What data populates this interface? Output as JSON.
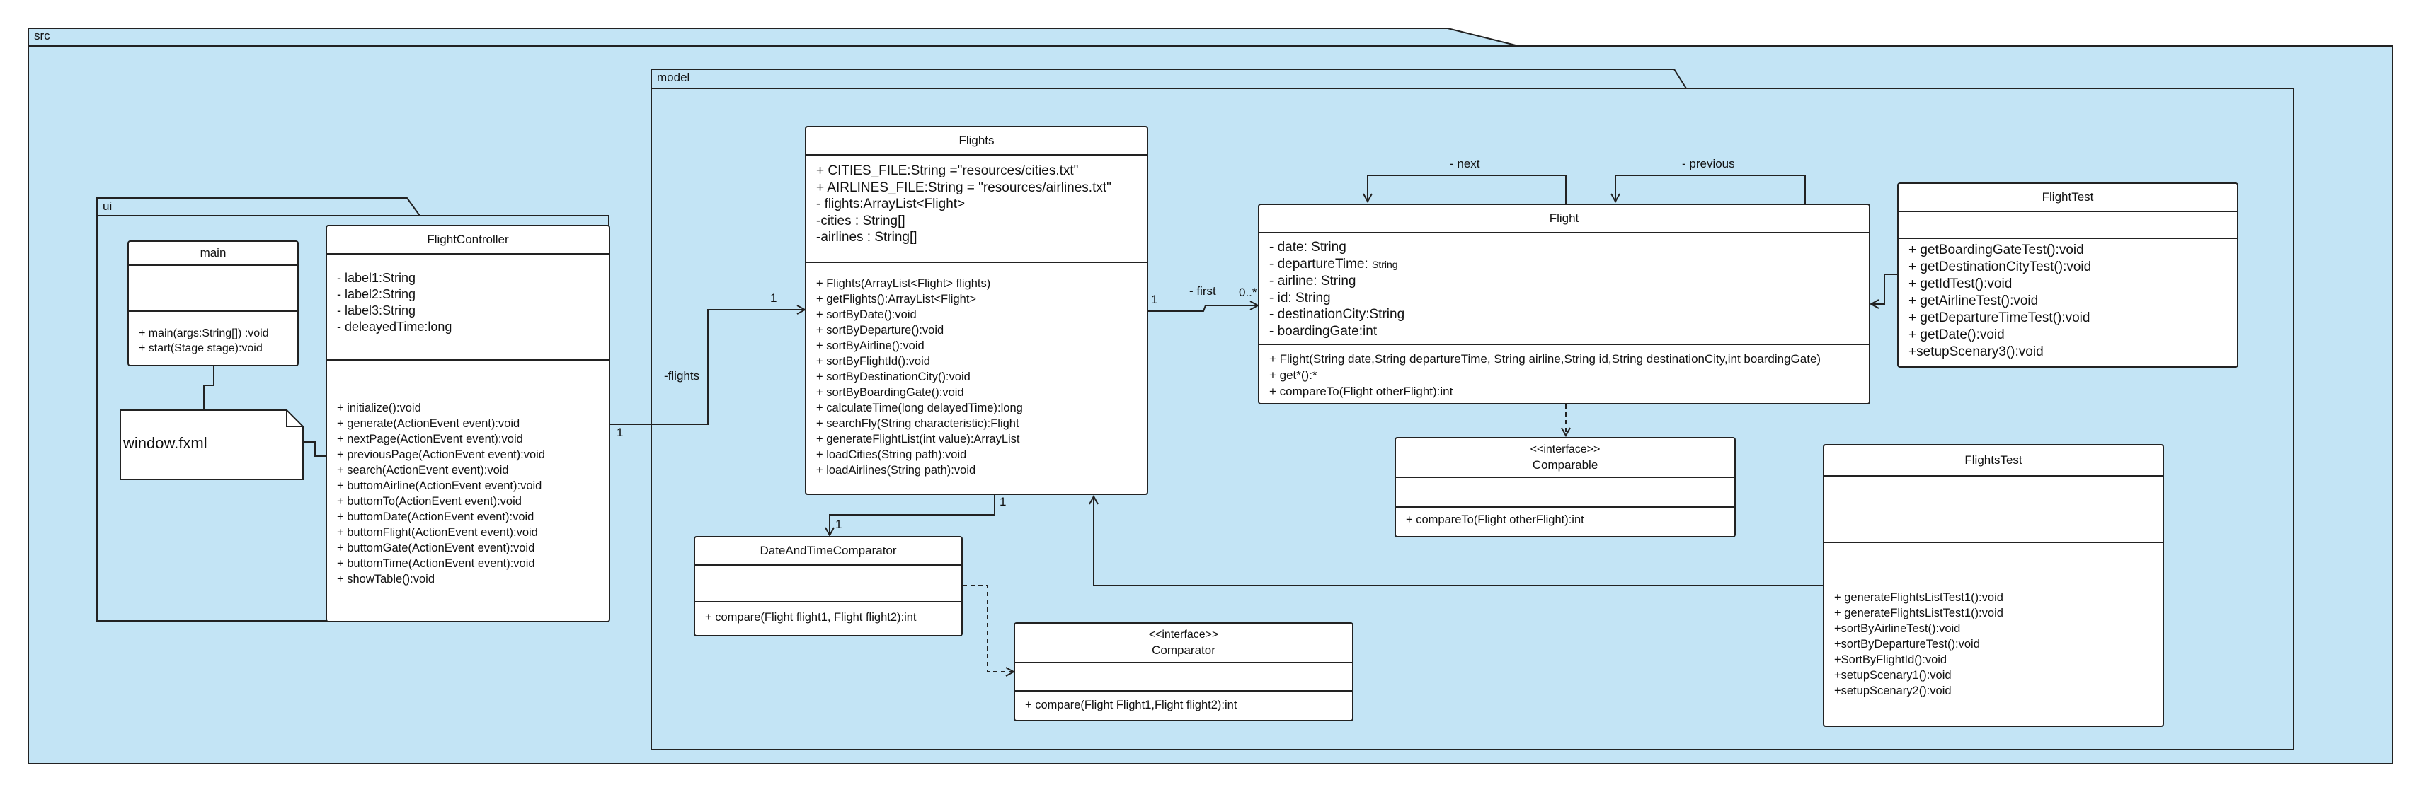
{
  "packages": {
    "src": "src",
    "model": "model",
    "ui": "ui"
  },
  "classes": {
    "main": {
      "name": "main",
      "methods": [
        "+ main(args:String[]) :void",
        "+ start(Stage stage):void"
      ]
    },
    "flight_controller": {
      "name": "FlightController",
      "attributes": [
        "- label1:String",
        "- label2:String",
        "- label3:String",
        "- deleayedTime:long"
      ],
      "methods": [
        "+ initialize():void",
        "+ generate(ActionEvent event):void",
        "+ nextPage(ActionEvent event):void",
        "+ previousPage(ActionEvent event):void",
        "+ search(ActionEvent event):void",
        "+ buttomAirline(ActionEvent event):void",
        "+ buttomTo(ActionEvent event):void",
        "+ buttomDate(ActionEvent event):void",
        "+ buttomFlight(ActionEvent event):void",
        "+ buttomGate(ActionEvent event):void",
        "+ buttomTime(ActionEvent event):void",
        "+ showTable():void"
      ]
    },
    "flights": {
      "name": "Flights",
      "attributes": [
        "+ CITIES_FILE:String =\"resources/cities.txt\"",
        "+ AIRLINES_FILE:String = \"resources/airlines.txt\"",
        "- flights:ArrayList<Flight>",
        "-cities : String[]",
        "-airlines : String[]"
      ],
      "methods": [
        "+ Flights(ArrayList<Flight> flights)",
        "+ getFlights():ArrayList<Flight>",
        "+ sortByDate():void",
        "+ sortByDeparture():void",
        "+ sortByAirline():void",
        "+ sortByFlightId():void",
        "+ sortByDestinationCity():void",
        "+ sortByBoardingGate():void",
        "+ calculateTime(long delayedTime):long",
        "+ searchFly(String characteristic):Flight",
        "+ generateFlightList(int value):ArrayList",
        "+ loadCities(String path):void",
        "+ loadAirlines(String path):void"
      ]
    },
    "flight": {
      "name": "Flight",
      "attributes": [
        {
          "text": "- date: String"
        },
        {
          "text": "- departureTime: ",
          "small": "String"
        },
        {
          "text": "- airline: String"
        },
        {
          "text": "- id: String"
        },
        {
          "text": "- destinationCity:String"
        },
        {
          "text": "- boardingGate:int"
        }
      ],
      "methods": [
        "+ Flight(String date,String departureTime, String airline,String id,String destinationCity,int boardingGate)",
        "+ get*():*",
        "+ compareTo(Flight otherFlight):int"
      ]
    },
    "flight_test": {
      "name": "FlightTest",
      "methods": [
        "+ getBoardingGateTest():void",
        "+ getDestinationCityTest():void",
        "+ getIdTest():void",
        "+ getAirlineTest():void",
        "+ getDepartureTimeTest():void",
        "+ getDate():void",
        "+setupScenary3():void"
      ]
    },
    "comparable": {
      "stereotype": "<<interface>>",
      "name": "Comparable",
      "methods": [
        "+ compareTo(Flight otherFlight):int"
      ]
    },
    "flights_test": {
      "name": "FlightsTest",
      "methods": [
        "+ generateFlightsListTest1():void",
        "+ generateFlightsListTest1():void",
        "+sortByAirlineTest():void",
        "+sortByDepartureTest():void",
        "+SortByFlightId():void",
        "+setupScenary1():void",
        "+setupScenary2():void"
      ]
    },
    "date_time_comparator": {
      "name": "DateAndTimeComparator",
      "methods": [
        "+ compare(Flight flight1, Flight flight2):int"
      ]
    },
    "comparator": {
      "stereotype": "<<interface>>",
      "name": "Comparator",
      "methods": [
        "+ compare(Flight Flight1,Flight flight2):int"
      ]
    }
  },
  "note": {
    "text": "window.fxml"
  },
  "labels": {
    "flights_role": "-flights",
    "controller_mult": "1",
    "flights_mult": "1",
    "first_role": "- first",
    "first_src_mult": "1",
    "first_tgt_mult": "0..*",
    "next_role": "- next",
    "previous_role": "- previous",
    "comparator_src_mult": "1",
    "comparator_tgt_mult": "1"
  },
  "colors": {
    "package_fill": "#c3e4f5",
    "line": "#222222",
    "class_fill": "#ffffff"
  }
}
